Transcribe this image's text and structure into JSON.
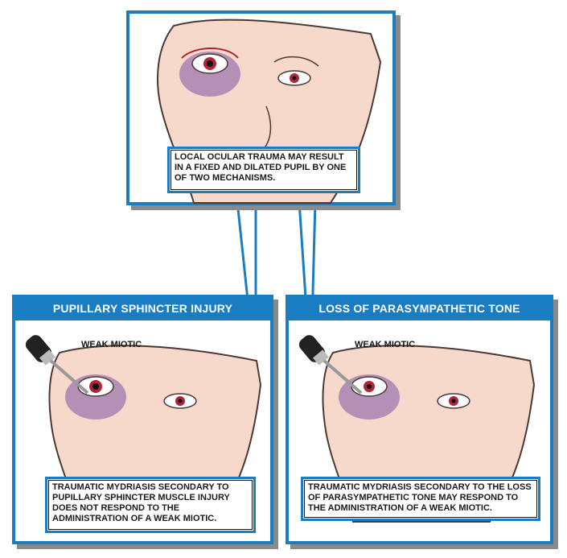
{
  "top_panel": {
    "caption": "LOCAL OCULAR TRAUMA MAY RESULT IN A FIXED AND DILATED PUPIL BY ONE OF TWO MECHANISMS."
  },
  "left_panel": {
    "title": "PUPILLARY SPHINCTER INJURY",
    "dropper_label": "WEAK MIOTIC",
    "caption": "TRAUMATIC MYDRIASIS SECONDARY TO PUPILLARY SPHINCTER MUSCLE INJURY DOES NOT RESPOND TO THE ADMINISTRATION OF A WEAK MIOTIC."
  },
  "right_panel": {
    "title": "LOSS OF PARASYMPATHETIC TONE",
    "dropper_label": "WEAK MIOTIC",
    "caption": "TRAUMATIC MYDRIASIS SECONDARY TO THE LOSS OF PARASYMPATHETIC TONE MAY RESPOND TO THE ADMINISTRATION OF A WEAK MIOTIC."
  },
  "colors": {
    "frame": "#1a7cc1",
    "skin": "#f6d9cb",
    "bruise": "#8a5fa8",
    "blood": "#b0243a"
  }
}
